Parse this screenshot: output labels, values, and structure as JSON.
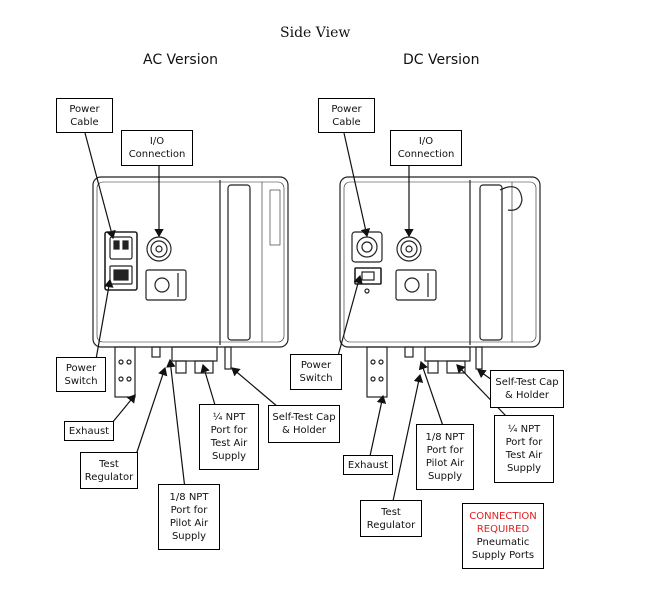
{
  "title": "Side View",
  "ac": {
    "heading": "AC Version",
    "labels": {
      "power_cable": [
        "Power",
        "Cable"
      ],
      "io_connection": [
        "I/O",
        "Connection"
      ],
      "power_switch": [
        "Power",
        "Switch"
      ],
      "exhaust": [
        "Exhaust"
      ],
      "test_regulator": [
        "Test",
        "Regulator"
      ],
      "eighth_npt": [
        "1/8 NPT",
        "Port for",
        "Pilot Air",
        "Supply"
      ],
      "quarter_npt": [
        "¼ NPT",
        "Port for",
        "Test Air",
        "Supply"
      ],
      "self_test_cap": [
        "Self-Test Cap",
        "& Holder"
      ]
    }
  },
  "dc": {
    "heading": "DC Version",
    "labels": {
      "power_cable": [
        "Power",
        "Cable"
      ],
      "io_connection": [
        "I/O",
        "Connection"
      ],
      "power_switch": [
        "Power",
        "Switch"
      ],
      "exhaust": [
        "Exhaust"
      ],
      "test_regulator": [
        "Test",
        "Regulator"
      ],
      "eighth_npt": [
        "1/8 NPT",
        "Port for",
        "Pilot Air",
        "Supply"
      ],
      "quarter_npt": [
        "¼ NPT",
        "Port for",
        "Test Air",
        "Supply"
      ],
      "self_test_cap": [
        "Self-Test Cap",
        "& Holder"
      ]
    }
  },
  "note": {
    "warning": [
      "CONNECTION",
      "REQUIRED"
    ],
    "text": [
      "Pneumatic",
      "Supply Ports"
    ],
    "warning_color": "#e02020"
  }
}
